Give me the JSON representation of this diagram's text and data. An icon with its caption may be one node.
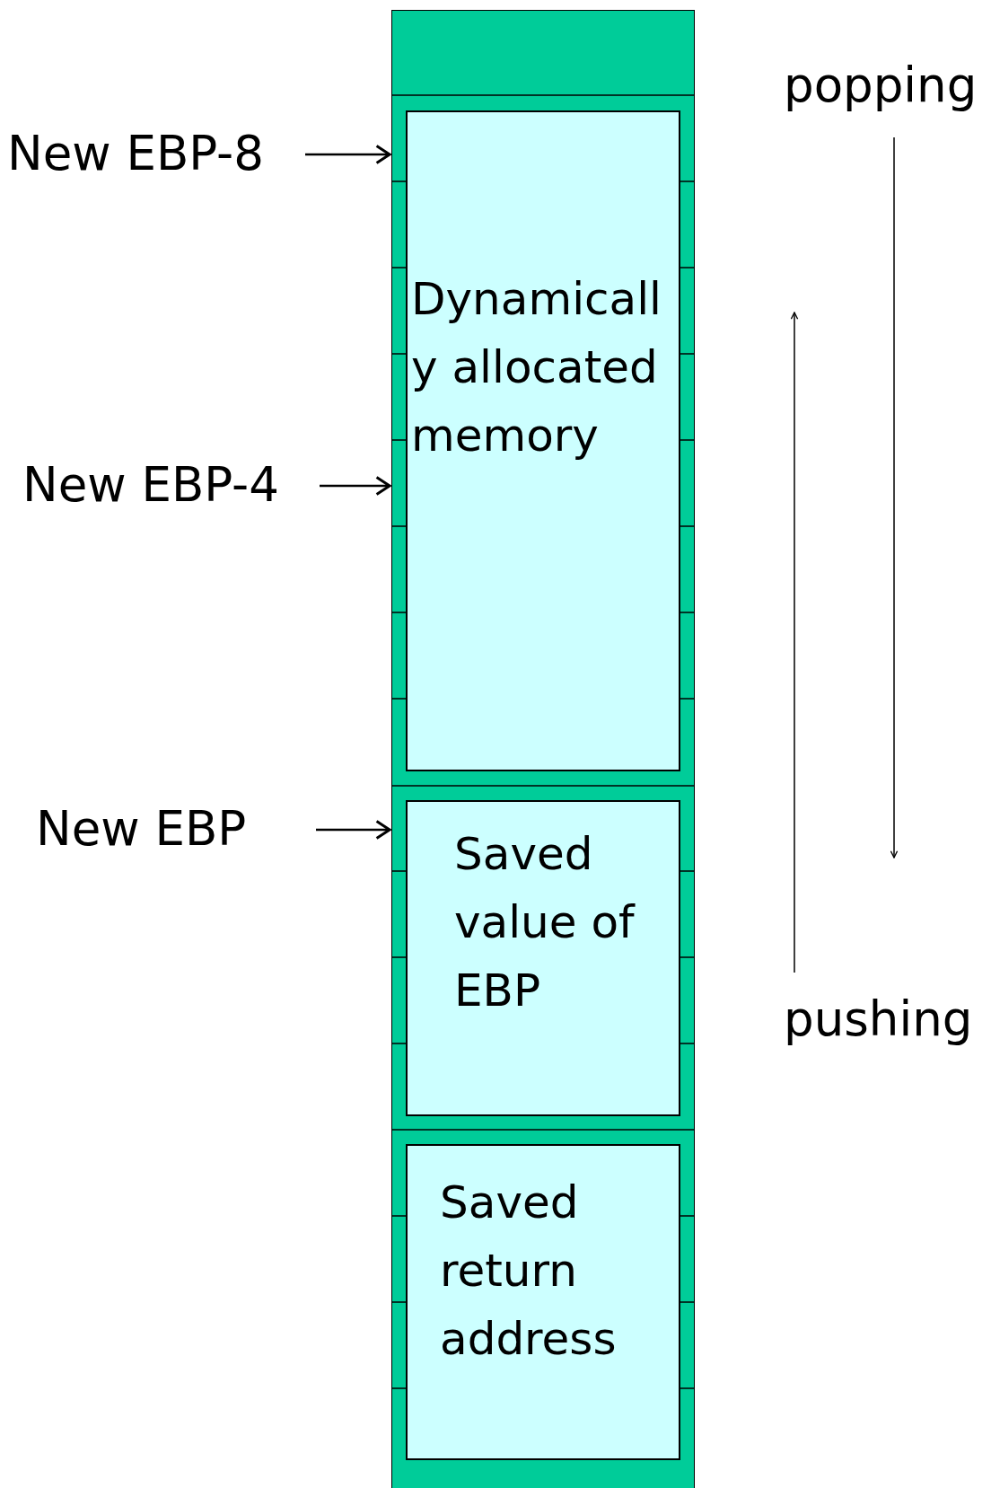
{
  "diagram": {
    "nodes": [
      {
        "text": [],
        "shape": "bar"
      },
      {
        "text": [
          "Dynamically allocated memory"
        ],
        "in": 0
      },
      {
        "text": [
          "Saved value of EBP"
        ],
        "in": 0
      },
      {
        "text": [
          "Saved return address"
        ],
        "in": 0
      },
      {
        "text": [
          "New EBP-8"
        ]
      },
      {
        "text": [
          "New EBP-4"
        ]
      },
      {
        "text": [
          "New EBP"
        ]
      }
    ],
    "edges": [
      {
        "from": 4,
        "to": 0,
        "arrow": "to"
      },
      {
        "from": 5,
        "to": 0,
        "arrow": "to"
      },
      {
        "from": 6,
        "to": 0,
        "arrow": "to"
      }
    ],
    "labels": [
      "popping",
      "pushing"
    ]
  }
}
